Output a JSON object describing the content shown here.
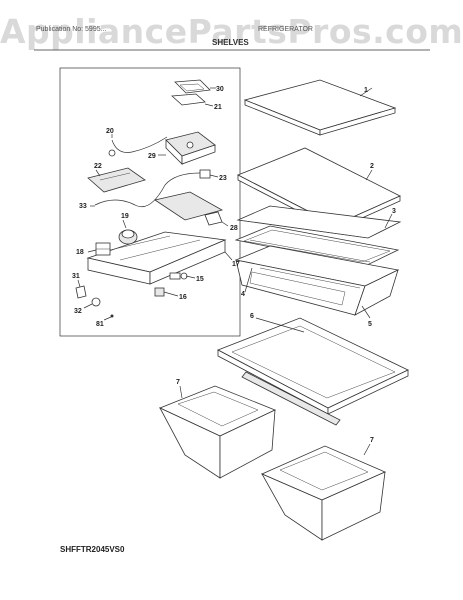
{
  "watermark": "AppliancePartsPros.com",
  "header": {
    "left": "Publication No: 5995...",
    "right": "REFRIGERATOR",
    "title": "SHELVES"
  },
  "footer": {
    "model_code": "SHFFTR2045VS0"
  },
  "callouts": {
    "c1": "1",
    "c2": "2",
    "c3": "3",
    "c4": "4",
    "c5": "5",
    "c6": "6",
    "c7a": "7",
    "c7b": "7",
    "c15": "15",
    "c16": "16",
    "c17": "17",
    "c18": "18",
    "c19": "19",
    "c20": "20",
    "c21": "21",
    "c22": "22",
    "c23": "23",
    "c28": "28",
    "c29": "29",
    "c30": "30",
    "c31": "31",
    "c32": "32",
    "c33": "33",
    "c81": "81"
  }
}
